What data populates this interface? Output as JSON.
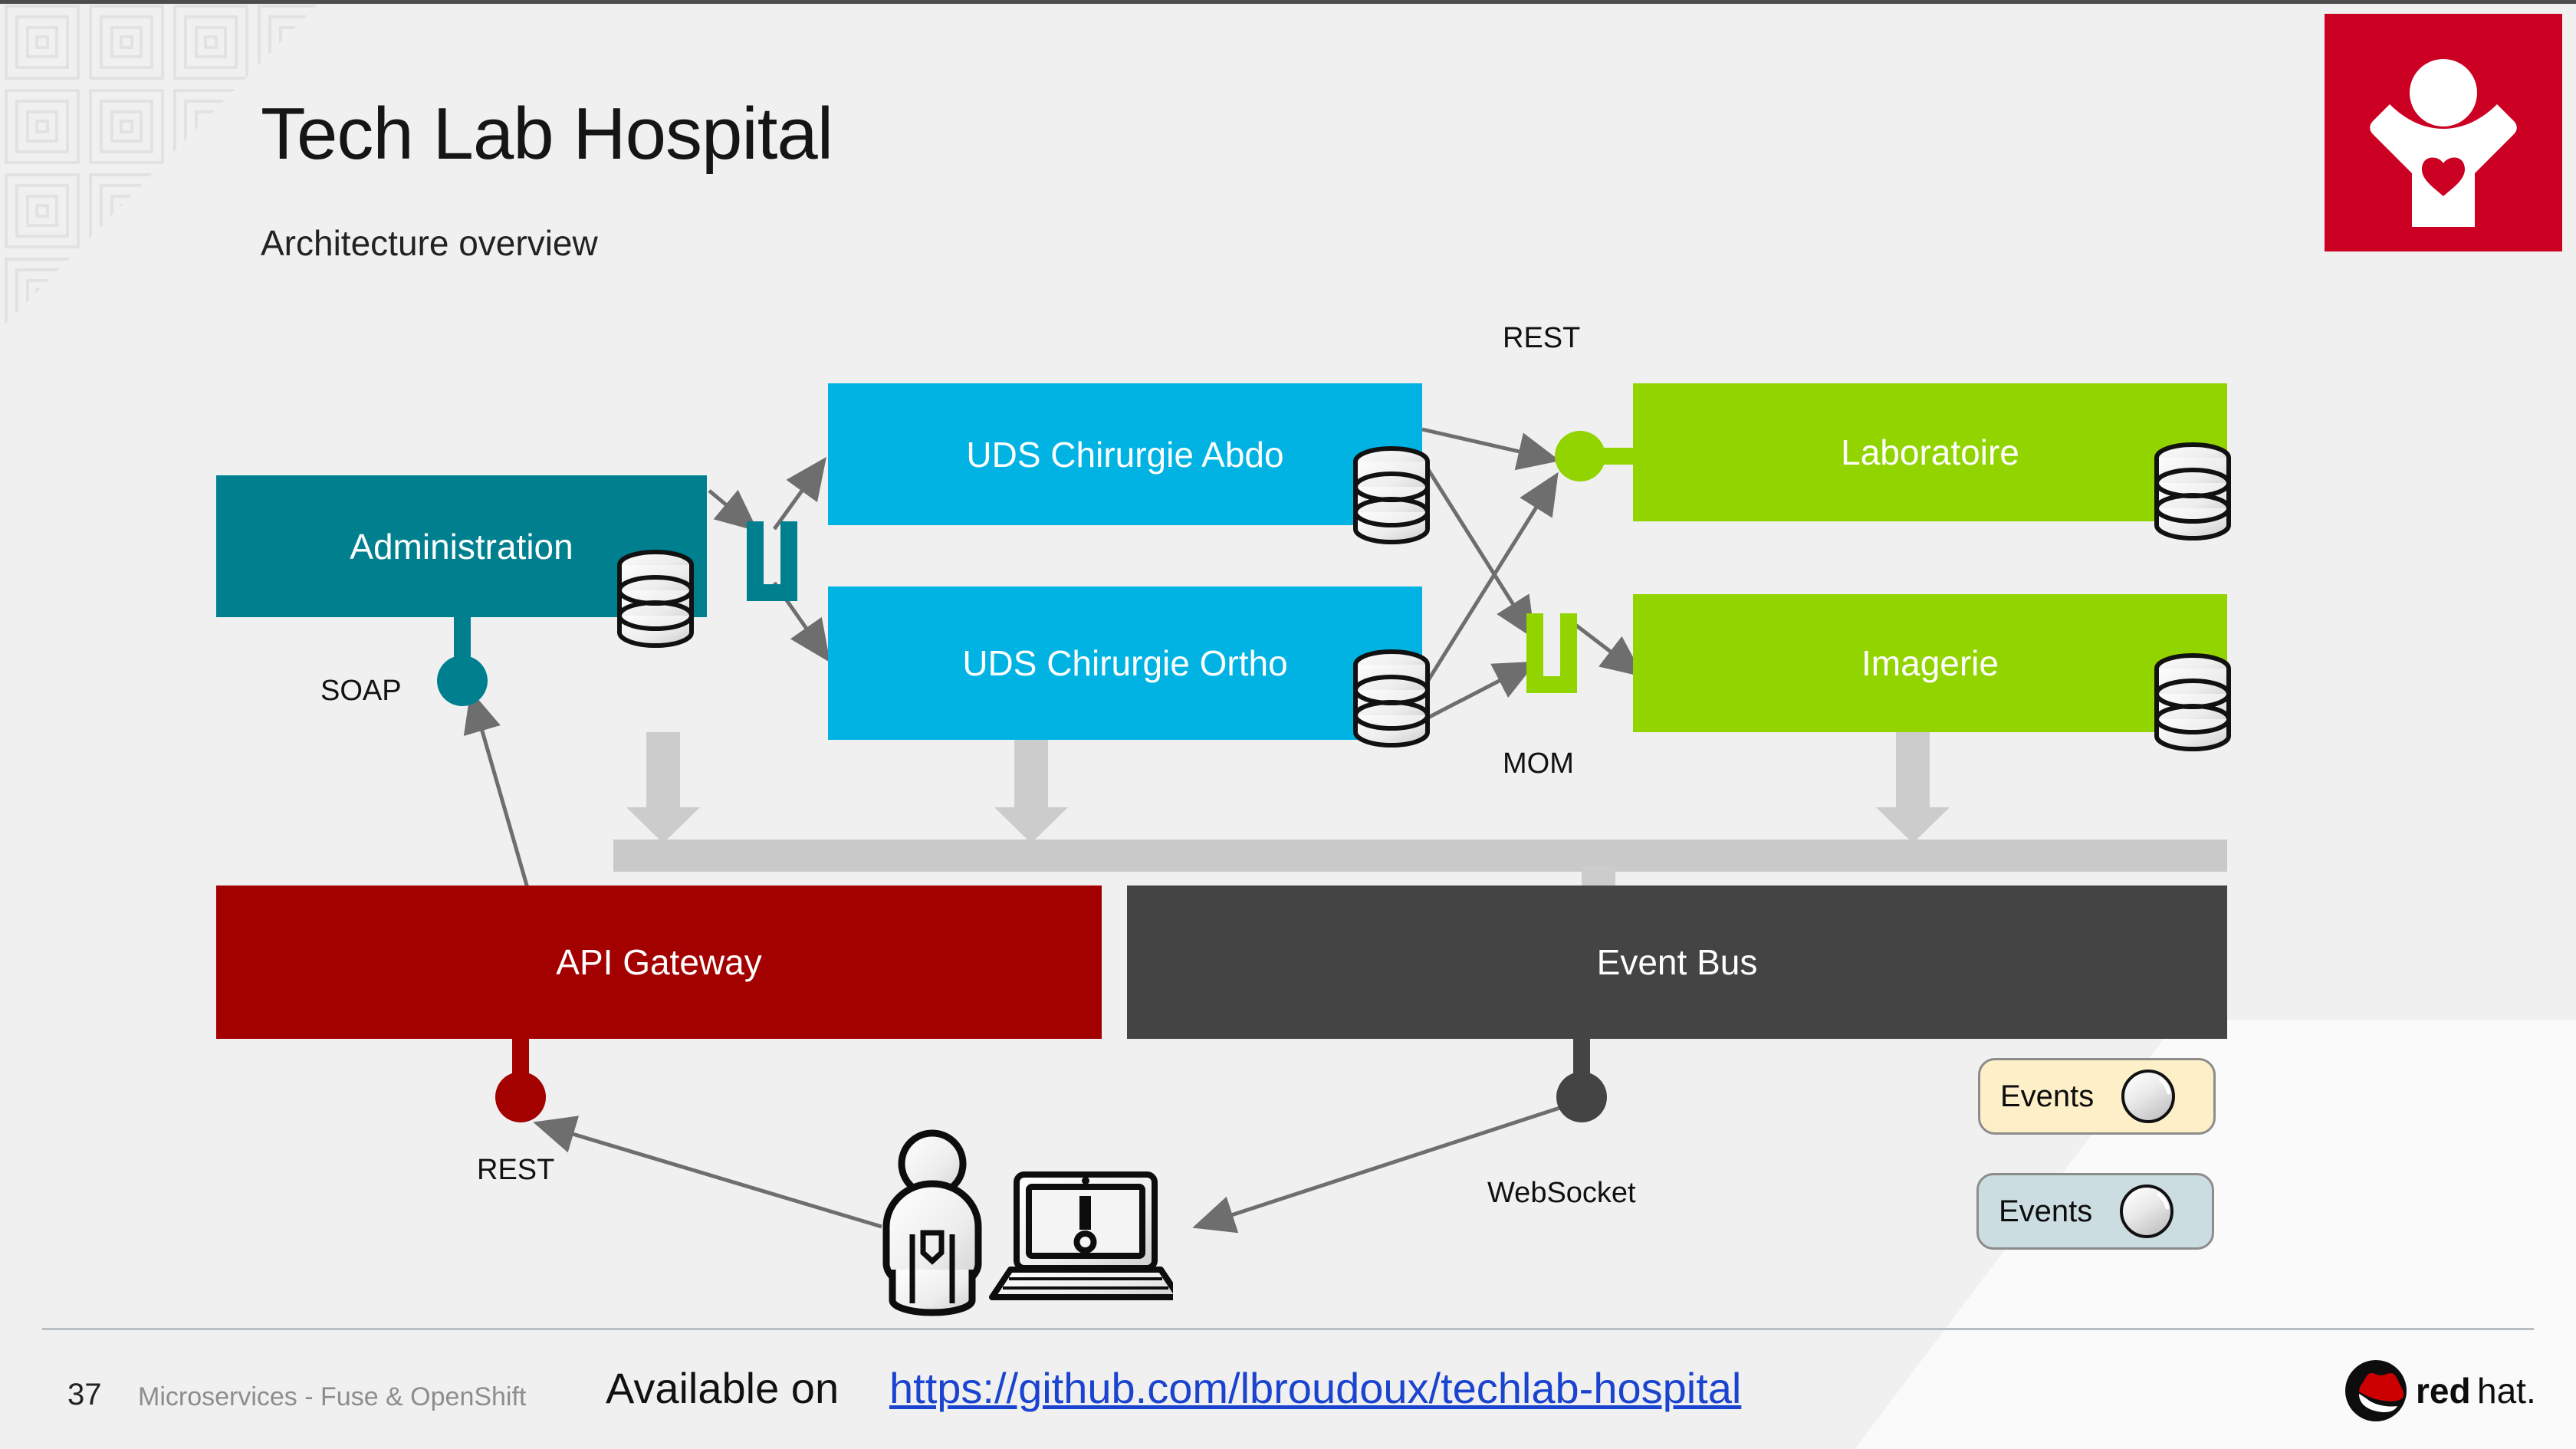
{
  "header": {
    "title": "Tech Lab Hospital",
    "subtitle": "Architecture overview",
    "logo_icon": "hospital-person-heart-icon"
  },
  "diagram": {
    "nodes": [
      {
        "id": "administration",
        "label": "Administration",
        "color": "#00808f",
        "has_database": true
      },
      {
        "id": "uds-abdo",
        "label": "UDS Chirurgie Abdo",
        "color": "#00b3e3",
        "has_database": true
      },
      {
        "id": "uds-ortho",
        "label": "UDS Chirurgie Ortho",
        "color": "#00b3e3",
        "has_database": true
      },
      {
        "id": "laboratoire",
        "label": "Laboratoire",
        "color": "#92d400",
        "has_database": true
      },
      {
        "id": "imagerie",
        "label": "Imagerie",
        "color": "#92d400",
        "has_database": true
      },
      {
        "id": "api-gateway",
        "label": "API Gateway",
        "color": "#a30000",
        "has_database": false
      },
      {
        "id": "event-bus",
        "label": "Event Bus",
        "color": "#444444",
        "has_database": false
      }
    ],
    "interfaces": [
      {
        "id": "rest-lab",
        "label": "REST",
        "kind": "lollipop",
        "color": "#92d400"
      },
      {
        "id": "mom",
        "label": "MOM",
        "kind": "socket",
        "color": "#92d400"
      },
      {
        "id": "soap",
        "label": "SOAP",
        "kind": "lollipop",
        "color": "#00808f"
      },
      {
        "id": "uds-socket",
        "label": "",
        "kind": "socket",
        "color": "#00808f"
      },
      {
        "id": "rest-gateway",
        "label": "REST",
        "kind": "lollipop",
        "color": "#a30000"
      },
      {
        "id": "websocket",
        "label": "WebSocket",
        "kind": "lollipop",
        "color": "#444444"
      }
    ],
    "legend": [
      {
        "label": "Events",
        "fill": "#fdf0c8",
        "orb_icon": "glossy-sphere-icon"
      },
      {
        "label": "Events",
        "fill": "#ccdde2",
        "orb_icon": "glossy-sphere-icon"
      }
    ],
    "actor": {
      "person_icon": "user-person-icon",
      "device_icon": "laptop-alert-icon"
    },
    "bus_bar": {
      "color": "#c9c9c9"
    }
  },
  "footer": {
    "page_number": "37",
    "deck_title": "Microservices - Fuse & OpenShift",
    "available_text": "Available on",
    "repo_url": "https://github.com/lbroudoux/techlab-hospital",
    "brand_logo": "redhat-shadowman-logo",
    "brand_name": "redhat."
  }
}
